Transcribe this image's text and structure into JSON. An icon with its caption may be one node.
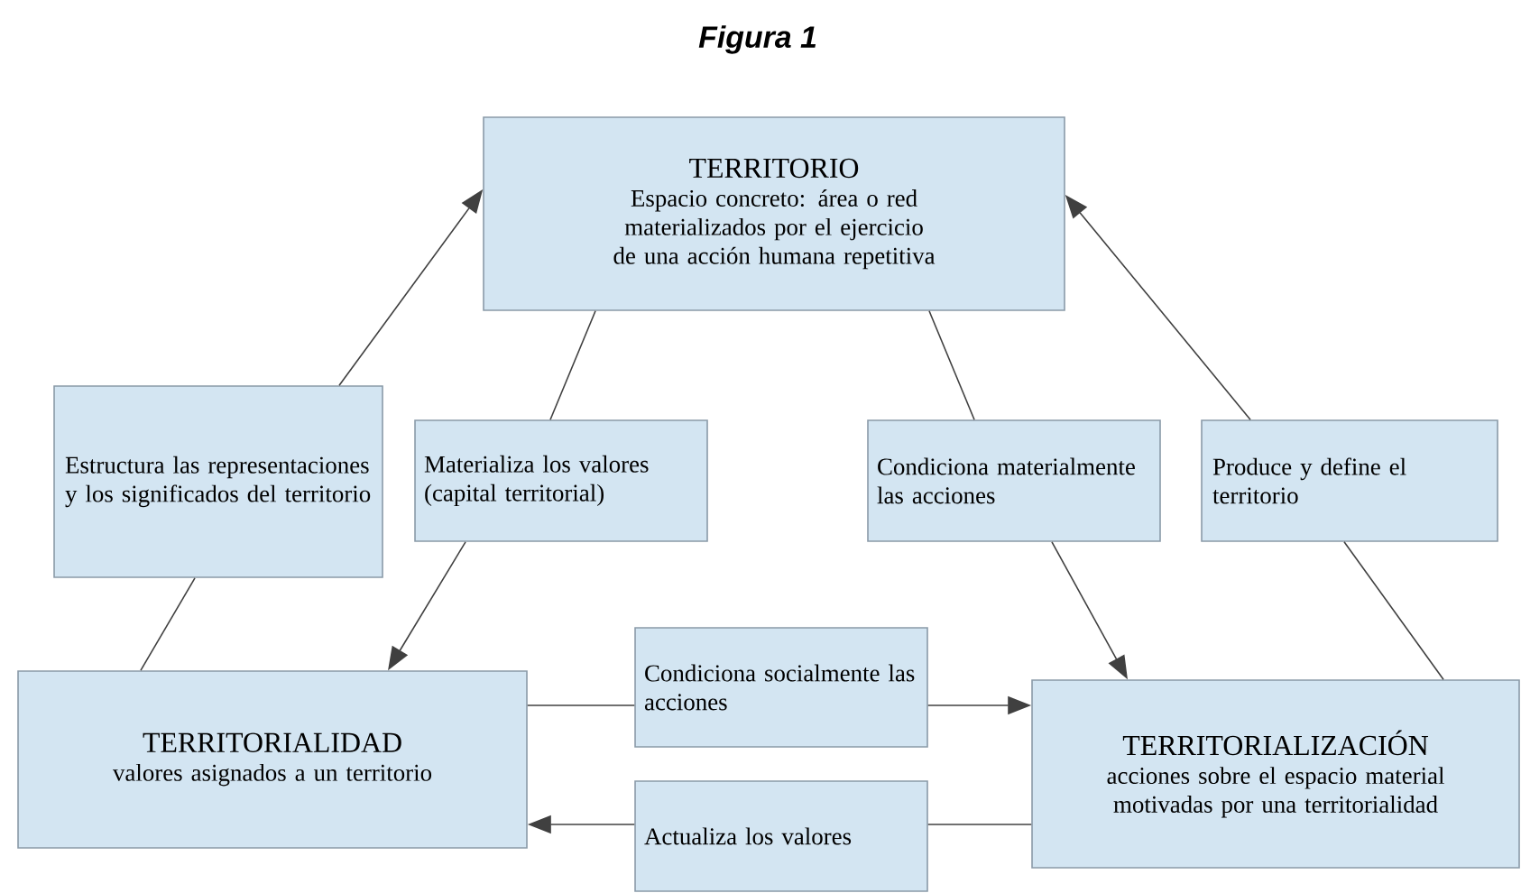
{
  "diagram": {
    "title": "Figura 1",
    "nodes": [
      {
        "text": [
          "TERRITORIO",
          "Espacio concreto: área o red materializados por el ejercicio de una acción humana repetitiva"
        ]
      },
      {
        "text": [
          "TERRITORIALIDAD",
          "valores asignados a un territorio"
        ]
      },
      {
        "text": [
          "TERRITORIALIZACIÓN",
          "acciones sobre el espacio material motivadas por una territorialidad"
        ]
      },
      {
        "text": [
          "Estructura las representaciones y los significados del territorio"
        ]
      },
      {
        "text": [
          "Materializa los valores (capital territorial)"
        ]
      },
      {
        "text": [
          "Condiciona materialmente las acciones"
        ]
      },
      {
        "text": [
          "Produce y define el territorio"
        ]
      },
      {
        "text": [
          "Condiciona socialmente las acciones"
        ]
      },
      {
        "text": [
          "Actualiza los valores"
        ]
      }
    ],
    "edges": [
      {
        "from": 1,
        "to": 3,
        "arrow": "none"
      },
      {
        "from": 3,
        "to": 0,
        "arrow": "to"
      },
      {
        "from": 0,
        "to": 4,
        "arrow": "none"
      },
      {
        "from": 4,
        "to": 1,
        "arrow": "to"
      },
      {
        "from": 0,
        "to": 5,
        "arrow": "none"
      },
      {
        "from": 5,
        "to": 2,
        "arrow": "to"
      },
      {
        "from": 2,
        "to": 6,
        "arrow": "none"
      },
      {
        "from": 6,
        "to": 0,
        "arrow": "to"
      },
      {
        "from": 1,
        "to": 7,
        "arrow": "none"
      },
      {
        "from": 7,
        "to": 2,
        "arrow": "to"
      },
      {
        "from": 2,
        "to": 8,
        "arrow": "none"
      },
      {
        "from": 8,
        "to": 1,
        "arrow": "to"
      }
    ]
  }
}
